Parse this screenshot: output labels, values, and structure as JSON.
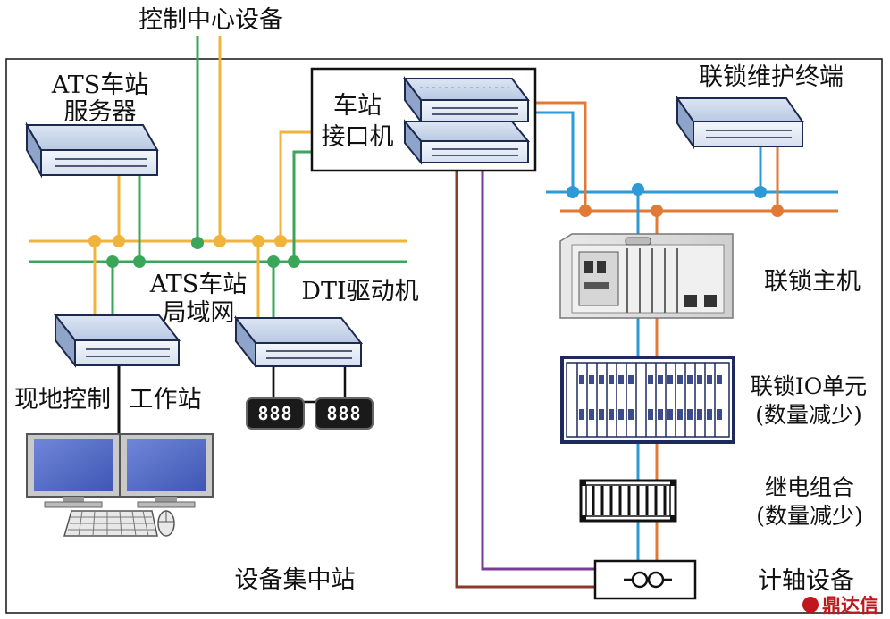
{
  "labels": {
    "control_center": "控制中心设备",
    "ats_server_l1": "ATS车站",
    "ats_server_l2": "服务器",
    "station_interface_l1": "车站",
    "station_interface_l2": "接口机",
    "interlock_terminal": "联锁维护终端",
    "interlock_host": "联锁主机",
    "ats_lan_l1": "ATS车站",
    "ats_lan_l2": "局域网",
    "dti_driver": "DTI驱动机",
    "local_control": "现地控制",
    "workstation": "工作站",
    "io_unit_l1": "联锁IO单元",
    "io_unit_l2": "(数量减少)",
    "relay_l1": "继电组合",
    "relay_l2": "(数量减少)",
    "axle_counter": "计轴设备",
    "centralized_station": "设备集中站",
    "dti_display_1": "888",
    "dti_display_2": "888",
    "watermark": "鼎达信"
  },
  "colors": {
    "ats_yellow": "#f0b43c",
    "ats_green": "#3aa65a",
    "interlock_blue": "#2d9ad6",
    "interlock_orange": "#e07a34",
    "axle_brown": "#8b3a2e",
    "axle_purple": "#7a3b96",
    "frame": "#222222"
  },
  "icons": {
    "server": "server-box-icon",
    "monitor": "monitor-icon",
    "keyboard": "keyboard-icon",
    "mouse": "mouse-icon",
    "rack": "rack-cabinet-icon",
    "relay": "relay-combination-icon",
    "axle": "axle-counter-icon",
    "display": "dti-display-icon"
  }
}
